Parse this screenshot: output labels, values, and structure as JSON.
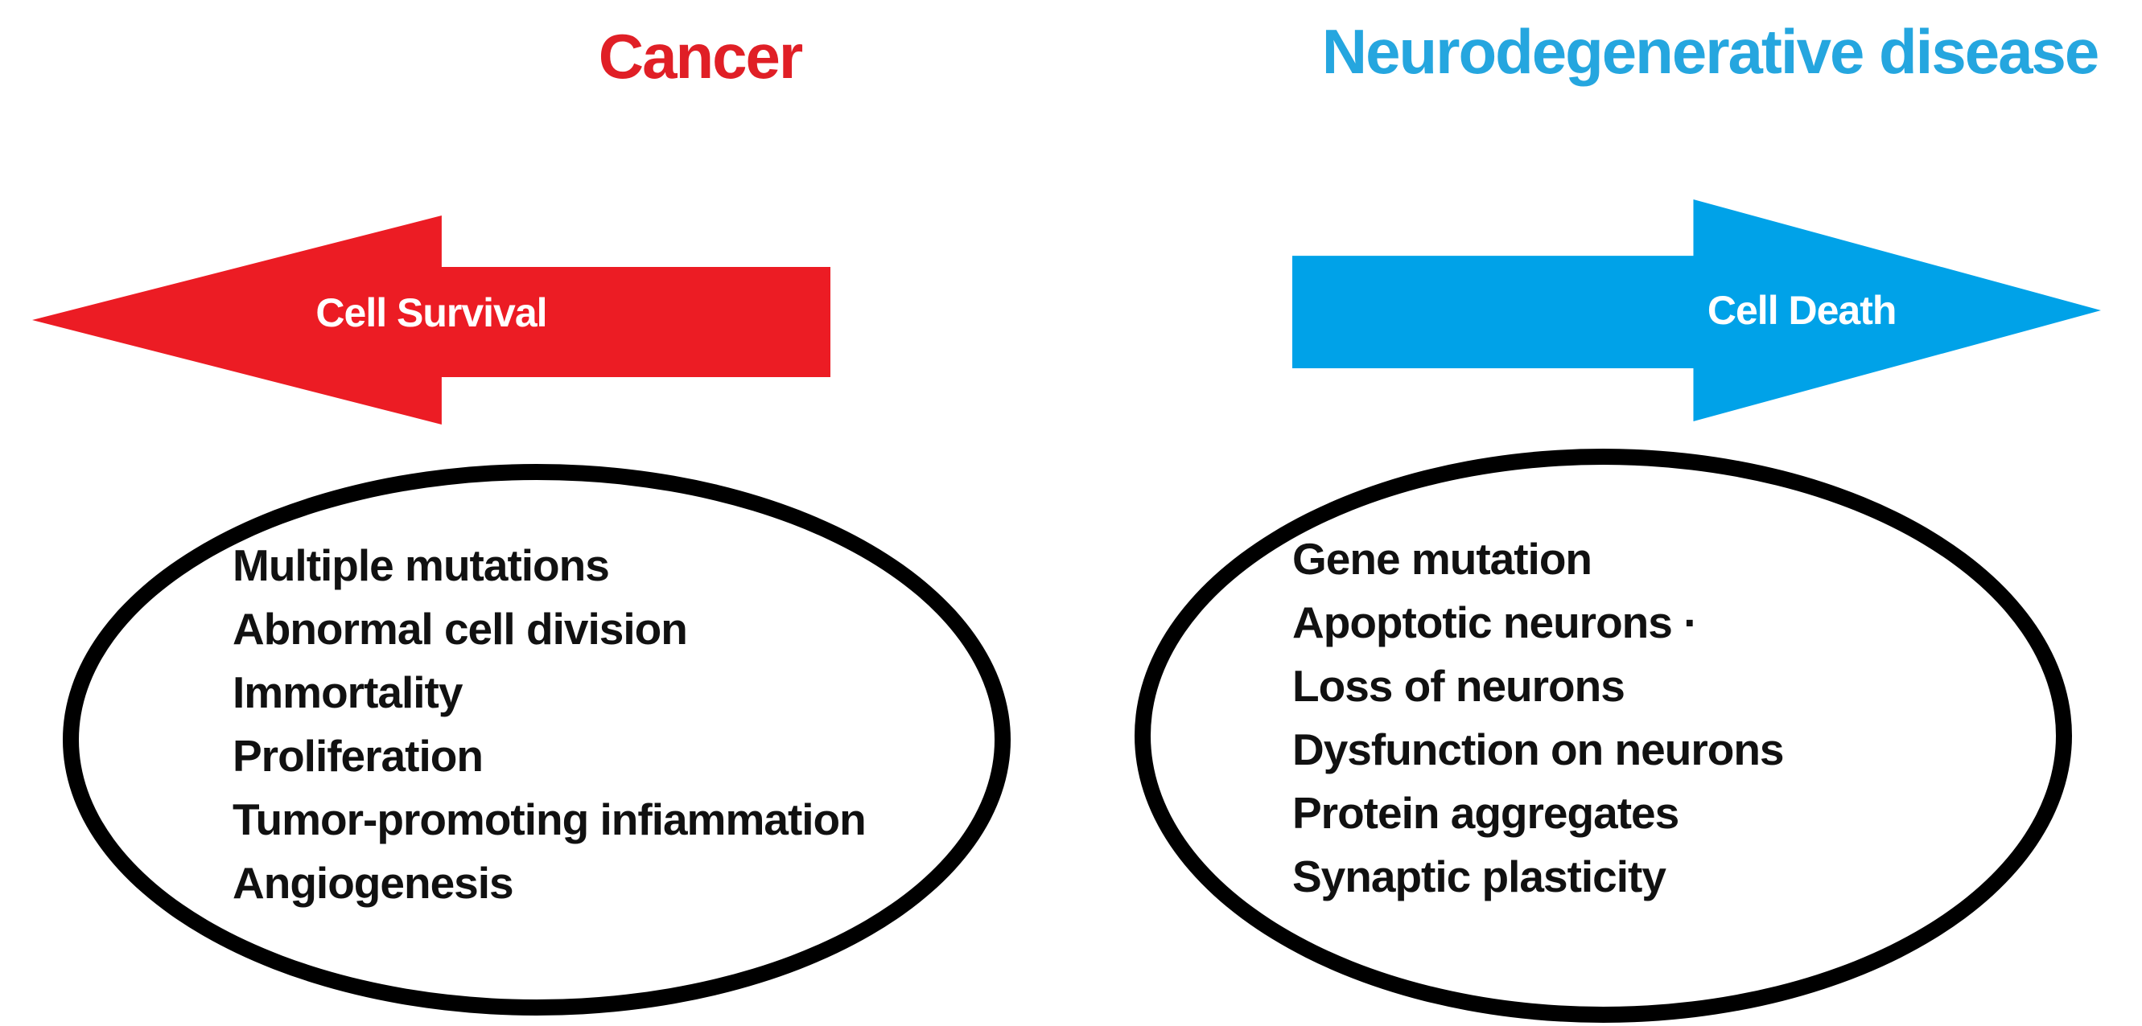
{
  "page": {
    "background_color": "#ffffff",
    "text_color": "#111111",
    "ellipse_stroke_color": "#000000"
  },
  "panels": {
    "cancer": {
      "title": "Cancer",
      "title_color": "#E01F26",
      "arrow": {
        "label": "Cell Survival",
        "color": "#EC1C24",
        "direction": "left"
      },
      "ellipse_items": [
        "Multiple mutations",
        "Abnormal cell division",
        "Immortality",
        "Proliferation",
        "Tumor-promoting infiammation",
        "Angiogenesis"
      ]
    },
    "neuro": {
      "title": "Neurodegenerative disease",
      "title_color": "#25A6DF",
      "arrow": {
        "label": "Cell Death",
        "color": "#00A2E8",
        "direction": "right"
      },
      "ellipse_items": [
        "Gene mutation",
        "Apoptotic neurons ·",
        "Loss of neurons",
        "Dysfunction on neurons",
        "Protein aggregates",
        "Synaptic plasticity"
      ]
    }
  }
}
